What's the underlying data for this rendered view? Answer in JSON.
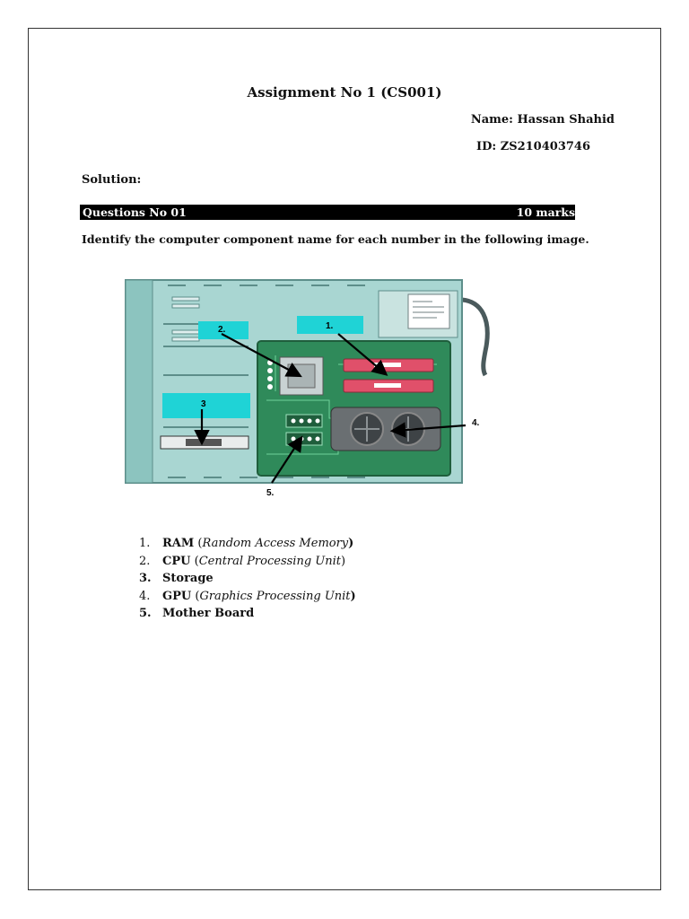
{
  "header": {
    "title": "Assignment No 1 (CS001)",
    "name": "Name: Hassan Shahid",
    "id": "ID: ZS210403746"
  },
  "solution_label": "Solution:",
  "question": {
    "title": "Questions No 01",
    "marks": "10 marks",
    "instruction": "Identify the computer component name for each number in the following image."
  },
  "figure": {
    "labels": [
      "1.",
      "2.",
      "3",
      "4.",
      "5."
    ],
    "colors": {
      "case": "#a9d6d2",
      "case_dark": "#7fb8b3",
      "board": "#2f8a5a",
      "label_box": "#1fd3d6",
      "ram": "#e0506a",
      "gpu": "#6a6f72"
    }
  },
  "answers": [
    {
      "number": "1.",
      "term": "RAM",
      "open": " (",
      "description": "Random Access Memory",
      "close": ")"
    },
    {
      "number": "2.",
      "term": "CPU",
      "open": " (",
      "description": "Central Processing Unit",
      "close": ")"
    },
    {
      "number": "3.",
      "term": "Storage",
      "open": "",
      "description": "",
      "close": ""
    },
    {
      "number": "4.",
      "term": "GPU",
      "open": " (",
      "description": "Graphics Processing Unit",
      "close": ")"
    },
    {
      "number": "5.",
      "term": "Mother Board",
      "open": "",
      "description": "",
      "close": ""
    }
  ]
}
